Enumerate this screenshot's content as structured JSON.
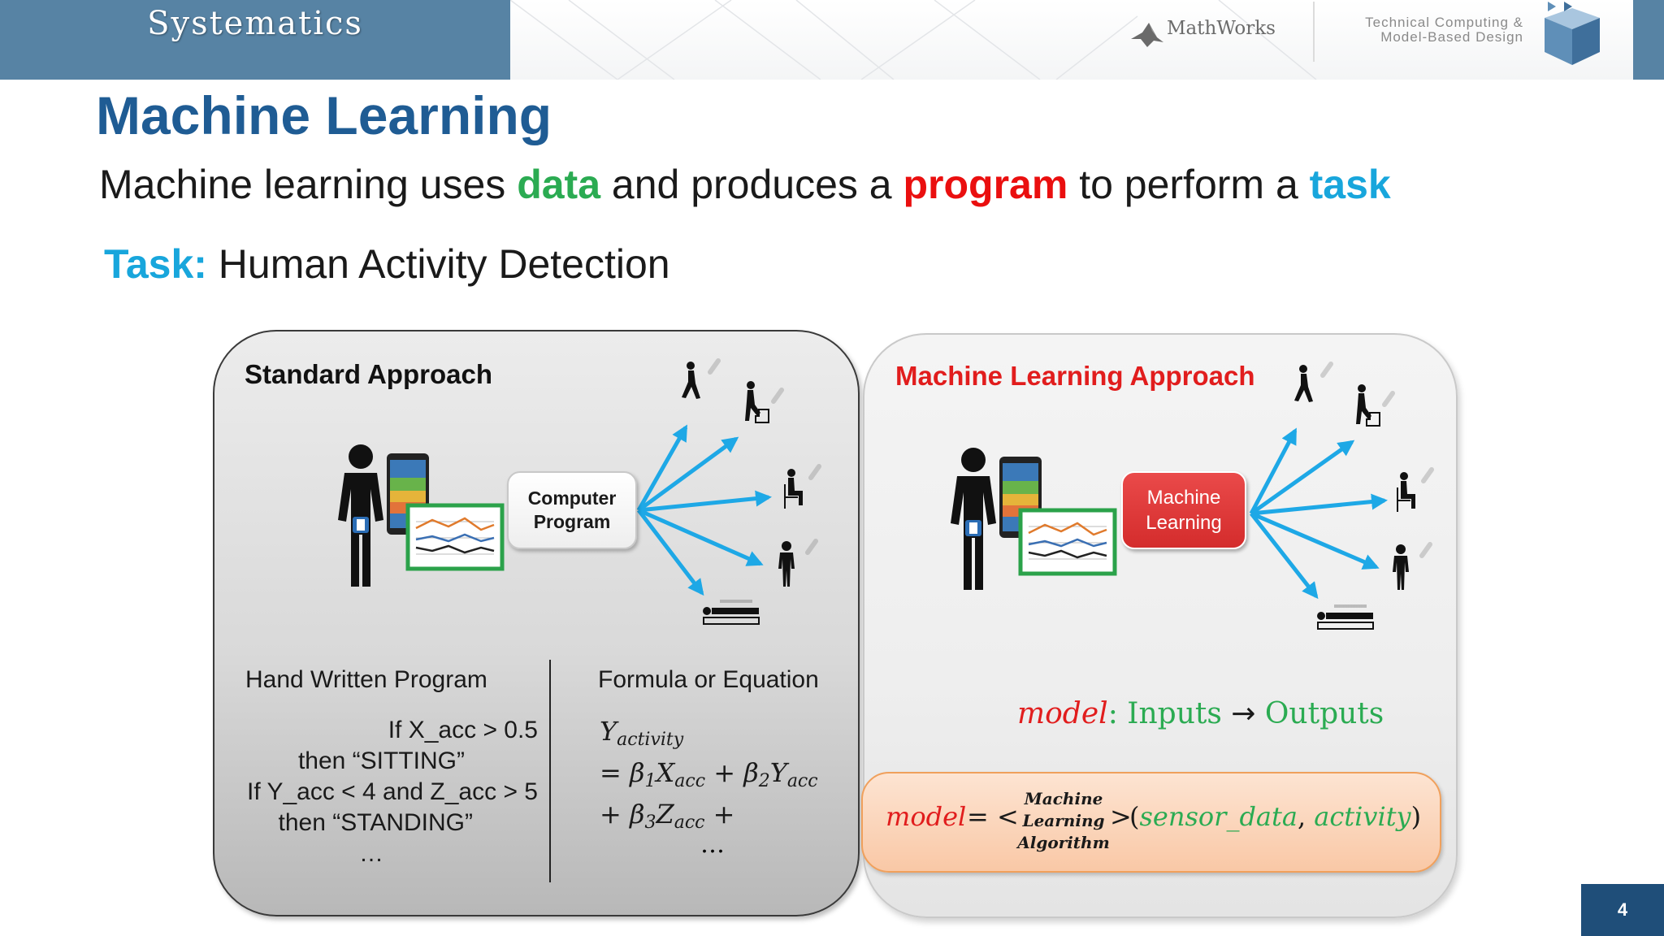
{
  "header": {
    "brand": "Systematics",
    "partner_logo": "MathWorks",
    "tagline_line1": "Technical Computing &",
    "tagline_line2": "Model-Based Design"
  },
  "slide": {
    "title": "Machine Learning",
    "subtitle": {
      "part1": "Machine learning uses ",
      "word_data": "data",
      "part2": " and produces a ",
      "word_program": "program",
      "part3": " to perform a ",
      "word_task": "task"
    },
    "task": {
      "label": "Task:",
      "text": " Human Activity Detection"
    },
    "standard_panel": {
      "title": "Standard Approach",
      "box_line1": "Computer",
      "box_line2": "Program",
      "left_heading": "Hand Written Program",
      "code_lines": [
        "If X_acc > 0.5",
        "then “SITTING”",
        "If Y_acc < 4 and Z_acc > 5",
        "then “STANDING”",
        "…"
      ],
      "right_heading": "Formula or Equation",
      "formula": {
        "y_var": "Y",
        "y_sub": "activity",
        "eq": "= β",
        "b1": "1",
        "x": "X",
        "x_sub": "acc",
        "plus_b": " + β",
        "y2": "Y",
        "y2_sub": "acc",
        "plus_b3": "+ β",
        "b3": "3",
        "z": "Z",
        "z_sub": "acc",
        "trail": " +",
        "dots": "…"
      }
    },
    "ml_panel": {
      "title": "Machine Learning Approach",
      "box_line1": "Machine",
      "box_line2": "Learning",
      "model_word": "model",
      "colon": ":",
      "inputs": " Inputs ",
      "arrow": "→",
      "outputs": " Outputs",
      "formula_box": {
        "model": "model",
        "eq": "= <",
        "algo_line1": "Machine",
        "algo_line2": "Learning",
        "algo_line3": "Algorithm",
        "gt": ">",
        "open": "(",
        "arg1": "sensor_data",
        "comma": ", ",
        "arg2": "activity",
        "close": ")"
      }
    },
    "page_number": "4"
  },
  "colors": {
    "title_blue": "#1f5c94",
    "brand_blue": "#5783a4",
    "green": "#2bab52",
    "red": "#ea0f0f",
    "cyan": "#18a6dc",
    "arrow": "#1ea8e6"
  },
  "icons": [
    "mathworks-membrane-icon",
    "cube-icon",
    "person-with-phone-icon",
    "smartphone-icon",
    "chart-monitor-icon",
    "walking-icon",
    "climbing-stairs-icon",
    "sitting-icon",
    "standing-icon",
    "lying-icon"
  ]
}
